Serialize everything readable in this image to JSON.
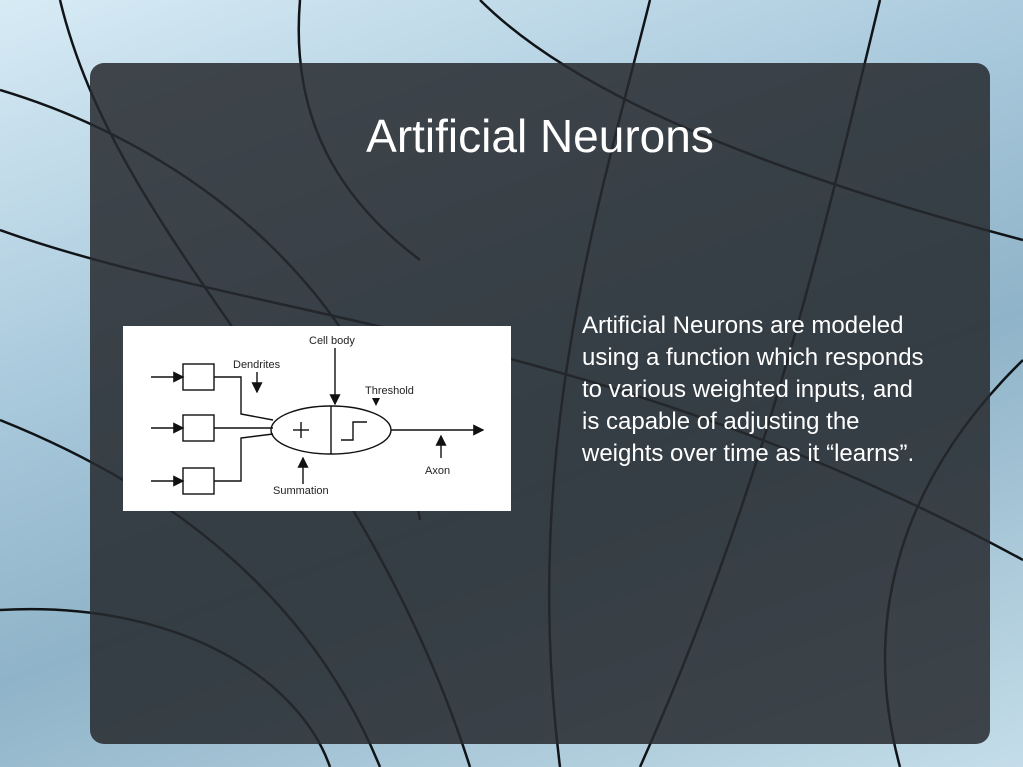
{
  "slide": {
    "title": "Artificial Neurons",
    "body": "Artificial Neurons are modeled using a function which responds to various weighted inputs, and is capable of adjusting the weights over time as it “learns”."
  },
  "diagram": {
    "labels": {
      "cell_body": "Cell body",
      "dendrites": "Dendrites",
      "threshold": "Threshold",
      "axon": "Axon",
      "summation": "Summation"
    },
    "symbols": {
      "plus": "+"
    }
  },
  "colors": {
    "panel": "#262a2e",
    "text": "#ffffff",
    "background": "#b9d6e6"
  }
}
